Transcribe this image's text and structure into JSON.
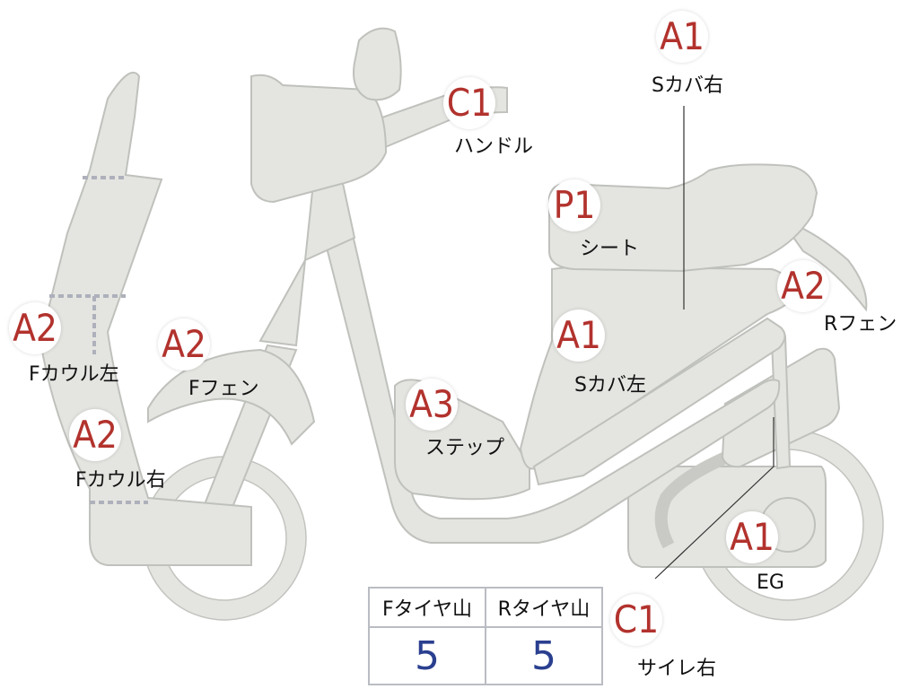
{
  "parts": [
    {
      "grade": "A1",
      "label": "Sカバ右"
    },
    {
      "grade": "C1",
      "label": "ハンドル"
    },
    {
      "grade": "P1",
      "label": "シート"
    },
    {
      "grade": "A2",
      "label": "Rフェン"
    },
    {
      "grade": "A2",
      "label": "Fカウル左"
    },
    {
      "grade": "A2",
      "label": "Fフェン"
    },
    {
      "grade": "A1",
      "label": "Sカバ左"
    },
    {
      "grade": "A3",
      "label": "ステップ"
    },
    {
      "grade": "A2",
      "label": "Fカウル右"
    },
    {
      "grade": "A1",
      "label": "EG"
    },
    {
      "grade": "C1",
      "label": "サイレ右"
    }
  ],
  "tire_table": {
    "headers": [
      "Fタイヤ山",
      "Rタイヤ山"
    ],
    "values": [
      "5",
      "5"
    ]
  },
  "colors": {
    "body": "#e4e5e1",
    "outline": "#bfc1bc",
    "grade_text": "#b2322d",
    "tire_value": "#2a3f8f"
  }
}
